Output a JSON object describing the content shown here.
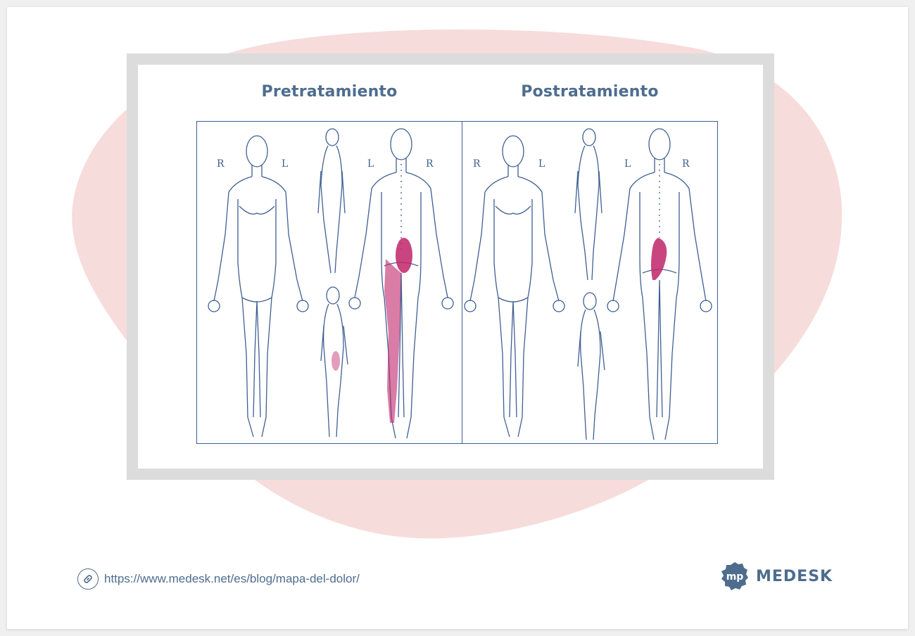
{
  "figure": {
    "left_heading": "Pretratamiento",
    "right_heading": "Postratamiento",
    "side_labels": {
      "front_right": "R",
      "front_left": "L",
      "back_left": "L",
      "back_right": "R"
    }
  },
  "footer": {
    "url": "https://www.medesk.net/es/blog/mapa-del-dolor/",
    "brand": "MEDESK",
    "logo_glyph": "mp"
  },
  "colors": {
    "accent": "#4e6d8e",
    "outline": "#3f5f93",
    "pain": "#c0246a",
    "blob": "#f7dcdc",
    "frame": "#dcdcdc"
  },
  "icons": {
    "link": "link-icon",
    "logo": "medesk-logo-icon"
  }
}
